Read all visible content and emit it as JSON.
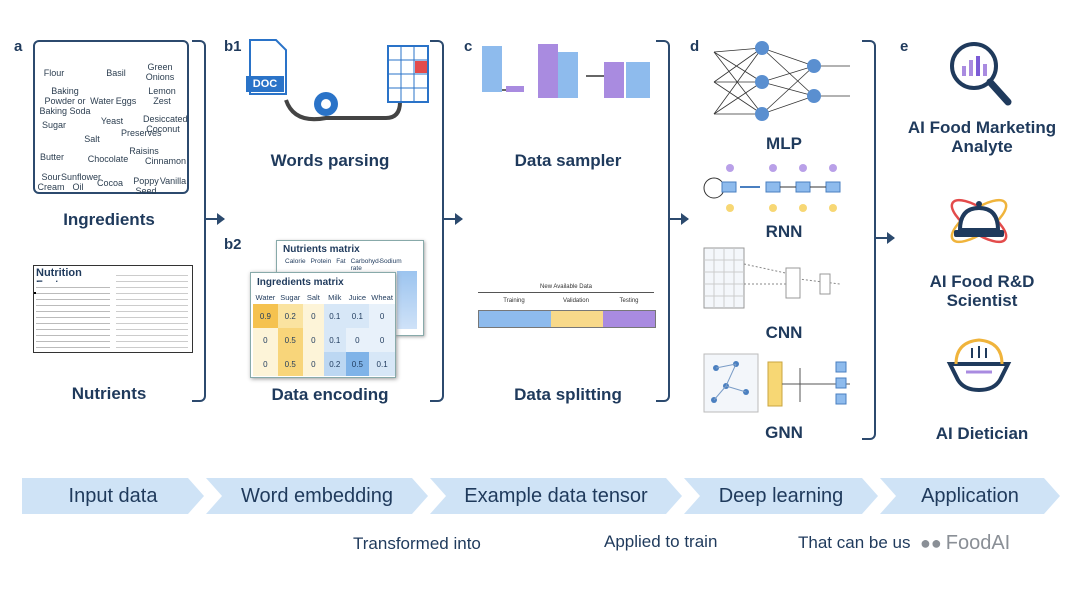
{
  "panels": {
    "a": {
      "letter": "a",
      "ingredients_caption": "Ingredients",
      "nutrients_caption": "Nutrients",
      "items": [
        "Flour",
        "Basil",
        "Green Onions",
        "Baking Powder or Baking Soda",
        "Water",
        "Eggs",
        "Lemon Zest",
        "Sugar",
        "Yeast",
        "Desiccated Coconut",
        "Preserves",
        "Salt",
        "Butter",
        "Chocolate",
        "Raisins",
        "Cinnamon",
        "Sour Cream",
        "Sunflower Oil",
        "Cocoa",
        "Poppy Seed",
        "Vanilla"
      ],
      "nutrition_title": "Nutrition Facts"
    },
    "b1": {
      "letter": "b1",
      "caption": "Words parsing",
      "doc_label": "DOC"
    },
    "b2": {
      "letter": "b2",
      "caption": "Data encoding",
      "nutrients_title": "Nutrients matrix",
      "nutrients_cols": [
        "Calorie",
        "Protein",
        "Fat",
        "Carbohyd-rate",
        "Sodium"
      ],
      "ingredients_title": "Ingredients matrix",
      "ingredients_cols": [
        "Water",
        "Sugar",
        "Salt",
        "Milk",
        "Juice",
        "Wheat"
      ],
      "ingredients_rows": [
        [
          "0.9",
          "0.2",
          "0",
          "0.1",
          "0.1",
          "0"
        ],
        [
          "0",
          "0.5",
          "0",
          "0.1",
          "0",
          "0"
        ],
        [
          "0",
          "0.5",
          "0",
          "0.2",
          "0.5",
          "0.1"
        ]
      ]
    },
    "c": {
      "letter": "c",
      "sampler_caption": "Data sampler",
      "splitting_caption": "Data splitting",
      "split_title": "New Available Data",
      "split_labels": [
        "Training",
        "Validation",
        "Testing"
      ]
    },
    "d": {
      "letter": "d",
      "models": [
        "MLP",
        "RNN",
        "CNN",
        "GNN"
      ]
    },
    "e": {
      "letter": "e",
      "apps": [
        "AI Food Marketing Analyte",
        "AI Food R&D Scientist",
        "AI Dietician"
      ]
    }
  },
  "pipeline": {
    "stages": [
      "Input data",
      "Word embedding",
      "Example data tensor",
      "Deep learning",
      "Application"
    ],
    "connectors": [
      "Transformed into",
      "Applied to train",
      "That can be us"
    ]
  },
  "watermark": "FoodAI",
  "colors": {
    "navy": "#1f3a5c",
    "bar_blue": "#7fb3e8",
    "arrow_fill": "#cfe3f6",
    "yellow": "#f6d67a",
    "purple": "#a98be0"
  }
}
